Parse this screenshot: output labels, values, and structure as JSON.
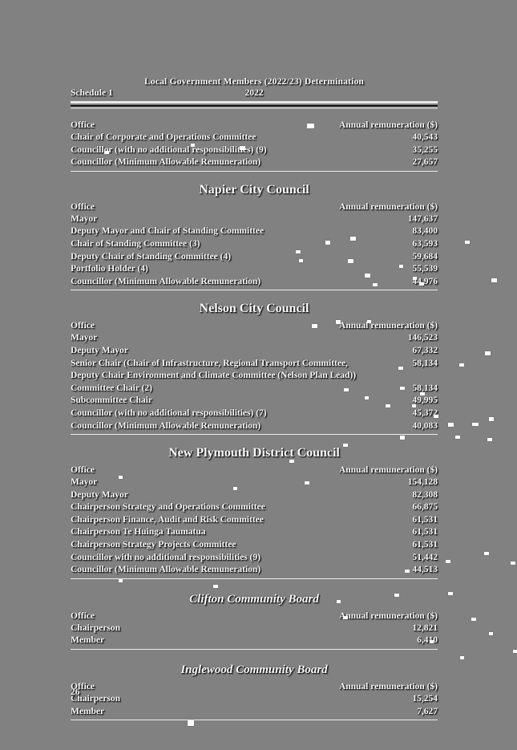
{
  "colors": {
    "page_bg": "#818181",
    "text": "#fafafa",
    "rule_light": "#e9e9e9",
    "rule_dark": "#101010"
  },
  "header": {
    "running_title": "Local Government Members (2022/23) Determination",
    "schedule_label": "Schedule 1",
    "year": "2022"
  },
  "columns": {
    "office": "Office",
    "remuneration": "Annual remuneration ($)"
  },
  "sections": [
    {
      "title": "",
      "kind": "none",
      "rows": [
        {
          "office": "Chair of Corporate and Operations Committee",
          "amount": "40,543"
        },
        {
          "office": "Councillor (with no additional responsibilities) (9)",
          "amount": "35,255"
        },
        {
          "office": "Councillor (Minimum Allowable Remuneration)",
          "amount": "27,657"
        }
      ]
    },
    {
      "title": "Napier City Council",
      "kind": "council",
      "rows": [
        {
          "office": "Mayor",
          "amount": "147,637"
        },
        {
          "office": "Deputy Mayor and Chair of Standing Committee",
          "amount": "83,400"
        },
        {
          "office": "Chair of Standing Committee (3)",
          "amount": "63,593"
        },
        {
          "office": "Deputy Chair of Standing Committee (4)",
          "amount": "59,684"
        },
        {
          "office": "Portfolio Holder (4)",
          "amount": "55,539"
        },
        {
          "office": "Councillor (Minimum Allowable Remuneration)",
          "amount": "44,976"
        }
      ]
    },
    {
      "title": "Nelson City Council",
      "kind": "council",
      "rows": [
        {
          "office": "Mayor",
          "amount": "146,523"
        },
        {
          "office": "Deputy Mayor",
          "amount": "67,332"
        },
        {
          "office": "Senior Chair (Chair of Infrastructure, Regional Transport Committee, Deputy Chair Environment and Climate Committee (Nelson Plan Lead))",
          "amount": "58,134"
        },
        {
          "office": "Committee Chair (2)",
          "amount": "58,134"
        },
        {
          "office": "Subcommittee Chair",
          "amount": "49,995"
        },
        {
          "office": "Councillor (with no additional responsibilities) (7)",
          "amount": "45,372"
        },
        {
          "office": "Councillor (Minimum Allowable Remuneration)",
          "amount": "40,083"
        }
      ]
    },
    {
      "title": "New Plymouth District Council",
      "kind": "council",
      "rows": [
        {
          "office": "Mayor",
          "amount": "154,128"
        },
        {
          "office": "Deputy Mayor",
          "amount": "82,308"
        },
        {
          "office": "Chairperson Strategy and Operations Committee",
          "amount": "66,875"
        },
        {
          "office": "Chairperson Finance, Audit and Risk Committee",
          "amount": "61,531"
        },
        {
          "office": "Chairperson Te Huinga Taumatua",
          "amount": "61,531"
        },
        {
          "office": "Chairperson Strategy Projects Committee",
          "amount": "61,531"
        },
        {
          "office": "Councillor with no additional responsibilities (9)",
          "amount": "51,442"
        },
        {
          "office": "Councillor (Minimum Allowable Remuneration)",
          "amount": "44,513"
        }
      ]
    },
    {
      "title": "Clifton Community Board",
      "kind": "board",
      "rows": [
        {
          "office": "Chairperson",
          "amount": "12,821"
        },
        {
          "office": "Member",
          "amount": "6,410"
        }
      ]
    },
    {
      "title": "Inglewood Community Board",
      "kind": "board",
      "rows": [
        {
          "office": "Chairperson",
          "amount": "15,254"
        },
        {
          "office": "Member",
          "amount": "7,627"
        }
      ]
    }
  ],
  "footer": {
    "page_number": "26"
  }
}
